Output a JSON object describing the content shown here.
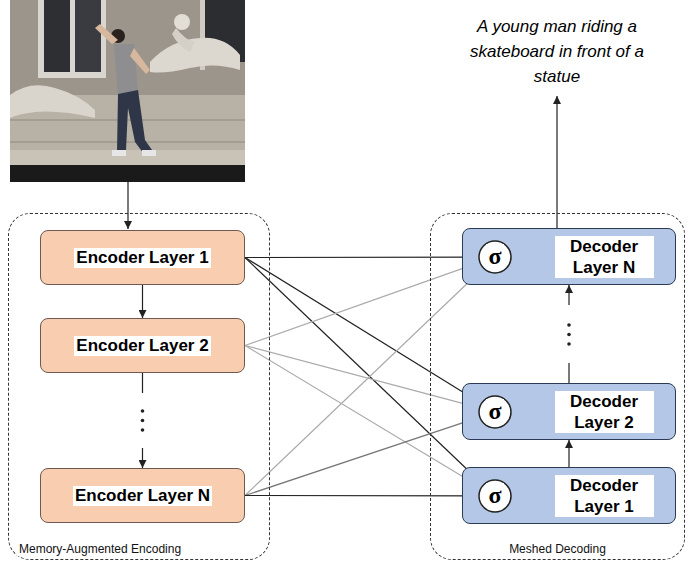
{
  "diagram": {
    "nodes": [
      {
        "text": [
          "Memory-Augmented Encoding"
        ]
      },
      {
        "text": [
          "Encoder Layer 1"
        ],
        "in": 0
      },
      {
        "text": [
          "Encoder Layer 2"
        ],
        "in": 0
      },
      {
        "text": [
          "Encoder Layer N"
        ],
        "in": 0
      },
      {
        "text": [
          "Meshed Decoding"
        ]
      },
      {
        "text": [
          "Decoder Layer N"
        ],
        "in": 4
      },
      {
        "text": [
          "σ"
        ],
        "in": 5
      },
      {
        "text": [
          "Decoder Layer 2"
        ],
        "in": 4
      },
      {
        "text": [
          "σ"
        ],
        "in": 7
      },
      {
        "text": [
          "Decoder Layer 1"
        ],
        "in": 4
      },
      {
        "text": [
          "σ"
        ],
        "in": 9
      }
    ],
    "edges": [
      {
        "from": 1,
        "to": 2,
        "arrow": "to"
      },
      {
        "from": 2,
        "to": 3,
        "arrow": "to"
      },
      {
        "from": 9,
        "to": 7,
        "arrow": "to"
      },
      {
        "from": 7,
        "to": 5,
        "arrow": "to"
      },
      {
        "from": 1,
        "to": 6,
        "arrow": "to"
      },
      {
        "from": 1,
        "to": 8,
        "arrow": "to"
      },
      {
        "from": 1,
        "to": 10,
        "arrow": "to"
      },
      {
        "from": 2,
        "to": 6,
        "arrow": "to"
      },
      {
        "from": 2,
        "to": 8,
        "arrow": "to"
      },
      {
        "from": 2,
        "to": 10,
        "arrow": "to"
      },
      {
        "from": 3,
        "to": 6,
        "arrow": "to"
      },
      {
        "from": 3,
        "to": 8,
        "arrow": "to"
      },
      {
        "from": 3,
        "to": 10,
        "arrow": "to"
      }
    ],
    "labels": [
      "A young man riding a skateboard in front of a statue"
    ]
  }
}
